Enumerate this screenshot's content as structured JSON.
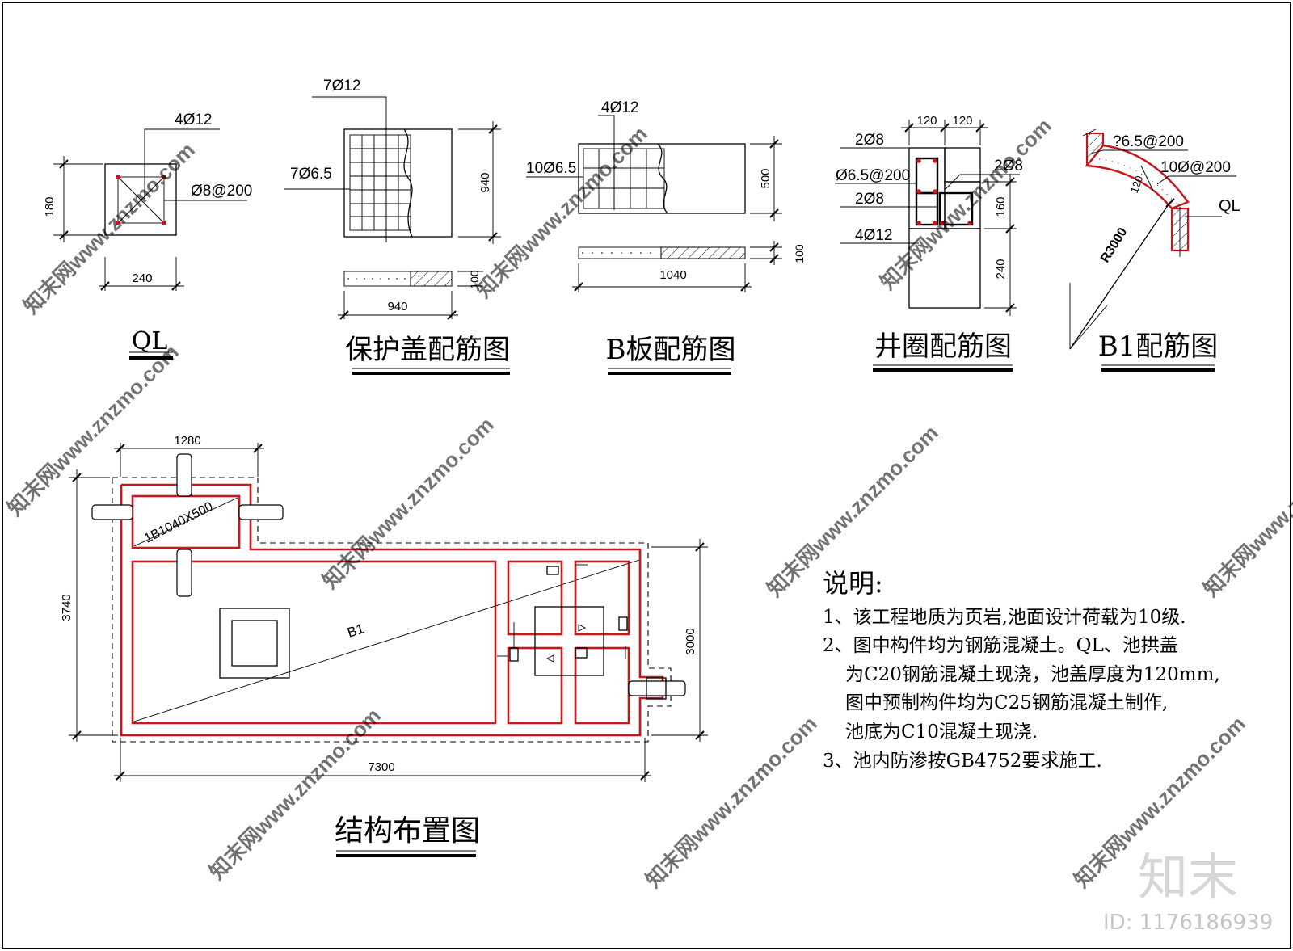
{
  "ql": {
    "title": "QL",
    "top_rebar": "4Ø12",
    "stirrup": "Ø8@200",
    "dim_height": "180",
    "dim_width": "240"
  },
  "cover": {
    "title": "保护盖配筋图",
    "rebar_top": "7Ø12",
    "rebar_side": "7Ø6.5",
    "dim_height": "940",
    "dim_width": "940",
    "dim_thickness": "100"
  },
  "bslab": {
    "title": "B板配筋图",
    "rebar_top": "4Ø12",
    "rebar_side": "10Ø6.5",
    "dim_height": "500",
    "dim_width": "1040",
    "dim_thickness": "100"
  },
  "ring": {
    "title": "井圈配筋图",
    "dim_top_left": "120",
    "dim_top_right": "120",
    "rebar_1": "2Ø8",
    "rebar_2": "Ø6.5@200",
    "rebar_3": "2Ø8",
    "rebar_4": "4Ø12",
    "rebar_right": "2Ø8",
    "dim_upper": "160",
    "dim_lower": "240"
  },
  "b1": {
    "title": "B1配筋图",
    "rebar_1": "?6.5@200",
    "rebar_2": "10Ø@200",
    "thickness": "120",
    "ql_label": "QL",
    "radius": "R3000"
  },
  "layout": {
    "title": "结构布置图",
    "dim_top": "1280",
    "dim_left": "3740",
    "dim_right": "3000",
    "dim_bottom": "7300",
    "slab_label": "1B1040X500",
    "b1_label": "B1"
  },
  "notes": {
    "heading": "说明:",
    "lines": [
      "1、该工程地质为页岩,池面设计荷载为10级.",
      "2、图中构件均为钢筋混凝土。QL、池拱盖",
      "为C20钢筋混凝土现浇，池盖厚度为120mm,",
      "图中预制构件均为C25钢筋混凝土制作,",
      "池底为C10混凝土现浇.",
      "3、池内防渗按GB4752要求施工."
    ]
  },
  "watermark": {
    "text": "知末网www.znzmo.com",
    "logo": "知末",
    "id_label": "ID: 1176186939"
  },
  "colors": {
    "red": "#c8161d",
    "line": "#000000",
    "watermark": "#cfcfcf"
  }
}
